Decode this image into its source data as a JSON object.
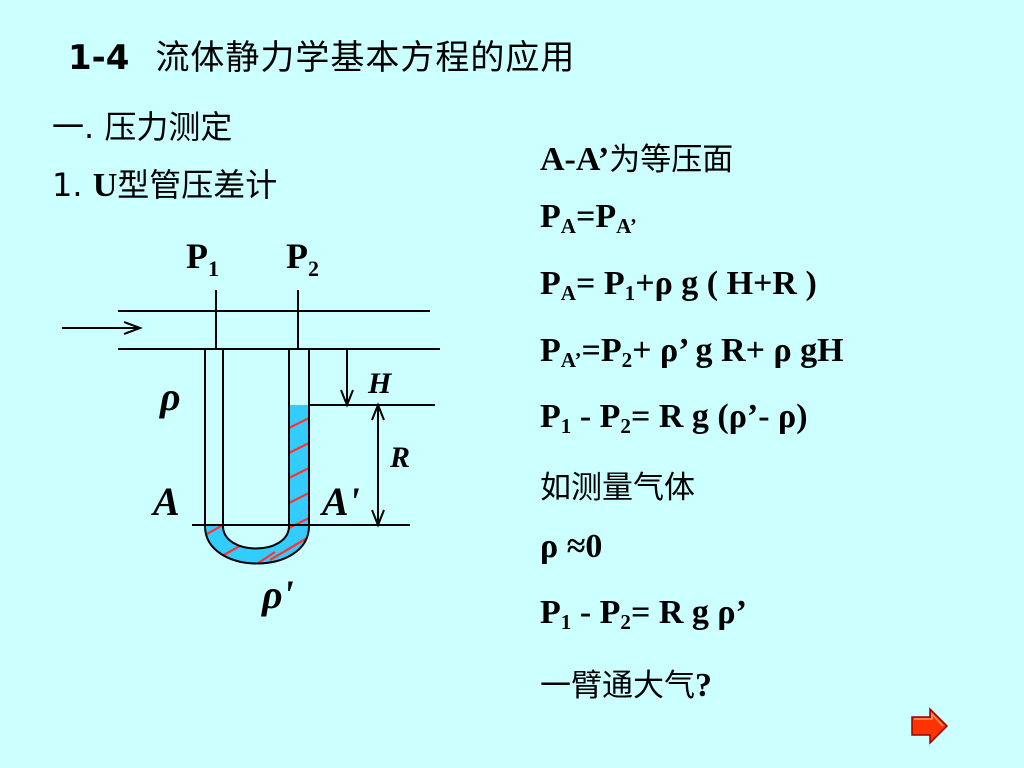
{
  "title": {
    "number": "1-4",
    "text": "流体静力学基本方程的应用"
  },
  "section": {
    "heading": "一. 压力测定"
  },
  "subsection": {
    "number": "1.",
    "letter": "U",
    "text": "型管压差计"
  },
  "diagram": {
    "p1_base": "P",
    "p1_sub": "1",
    "p2_base": "P",
    "p2_sub": "2",
    "h_label": "H",
    "r_label": "R",
    "a_label": "A",
    "a_prime_label": "A'",
    "rho_label": "ρ",
    "rho_prime_label": "ρ'",
    "colors": {
      "background": "#CCFFFF",
      "liquid": "#33CCFF",
      "hatch": "#FF3333",
      "line": "#000000"
    }
  },
  "equations": {
    "l1_cn": "为等压面",
    "l1_prefix": "A-A’",
    "l2": {
      "a": "P",
      "a_sub": "A",
      "b": "=P",
      "b_sub": "A’"
    },
    "l3": {
      "a": "P",
      "a_sub": "A",
      "b": "= P",
      "b_sub": "1",
      "c": "+ρ g ( H+R )"
    },
    "l4": {
      "a": "P",
      "a_sub": "A’",
      "b": "=P",
      "b_sub": "2",
      "c": "+ ρ’ g R+ ρ gH"
    },
    "l5": {
      "a": "P",
      "a_sub": "1",
      "b": " - P",
      "b_sub": "2",
      "c": "= R g (ρ’- ρ)"
    },
    "l6": "如测量气体",
    "l7": "ρ ≈0",
    "l8": {
      "a": "P",
      "a_sub": "1",
      "b": " - P",
      "b_sub": "2",
      "c": "= R g ρ’"
    },
    "l9_cn": "一臂通大气",
    "l9_q": "?"
  },
  "nav": {
    "next_icon": "red-right-arrow"
  }
}
